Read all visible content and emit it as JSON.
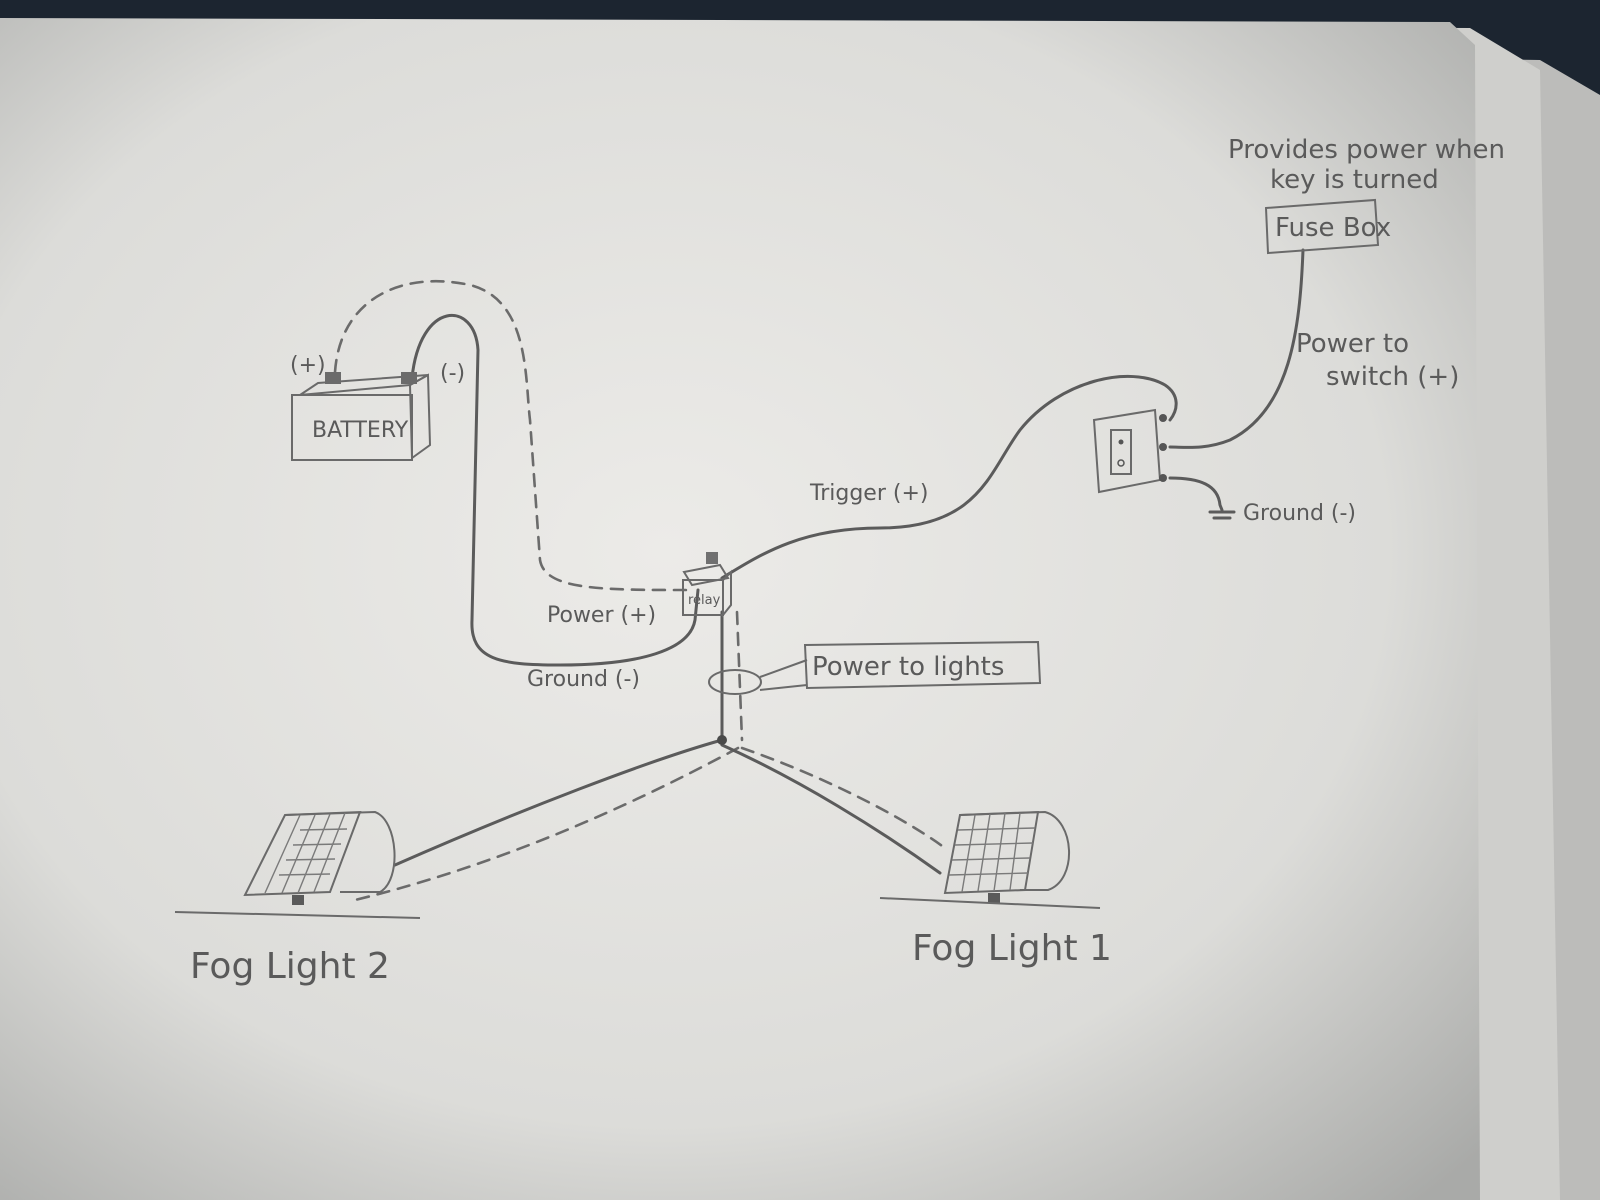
{
  "labels": {
    "fuse_note": "Provides power when key is turned",
    "fuse_note_line1": "Provides power when",
    "fuse_note_line2": "key is turned",
    "fuse_box": "Fuse Box",
    "power_to_switch_line1": "Power to",
    "power_to_switch_line2": "switch (+)",
    "ground_switch": "Ground (-)",
    "trigger": "Trigger (+)",
    "battery": "BATTERY",
    "battery_pos": "(+)",
    "battery_neg": "(-)",
    "relay": "relay",
    "power": "Power (+)",
    "ground": "Ground (-)",
    "power_to_lights": "Power to lights",
    "fog_light_1": "Fog Light 1",
    "fog_light_2": "Fog Light 2"
  },
  "colors": {
    "paper": "#e6e6e3",
    "pencil": "#5b5b5b",
    "background": "#1c2530"
  }
}
